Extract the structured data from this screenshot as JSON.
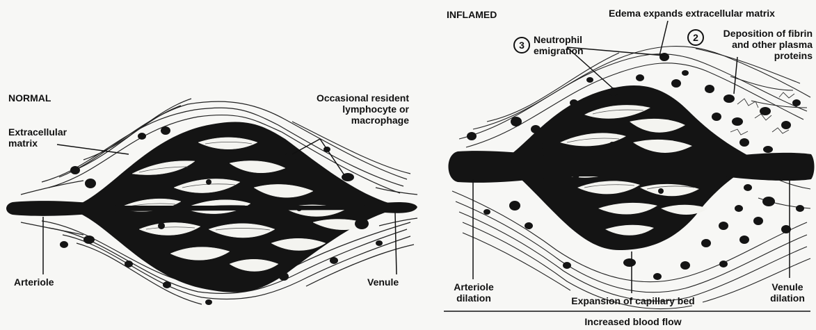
{
  "normal": {
    "title": "NORMAL",
    "labels": {
      "extracellular_matrix": "Extracellular\nmatrix",
      "resident_cell": "Occasional resident\nlymphocyte or\nmacrophage",
      "arteriole": "Arteriole",
      "venule": "Venule"
    }
  },
  "inflamed": {
    "title": "INFLAMED",
    "labels": {
      "edema": "Edema expands extracellular matrix",
      "neutrophil_num": "3",
      "neutrophil": "Neutrophil\nemigration",
      "fibrin_num": "2",
      "fibrin": "Deposition of fibrin\nand other plasma\nproteins",
      "arteriole_dilation": "Arteriole\ndilation",
      "capillary_expansion": "Expansion of capillary bed",
      "venule_dilation": "Venule\ndilation",
      "increased_flow": "Increased blood flow"
    }
  }
}
